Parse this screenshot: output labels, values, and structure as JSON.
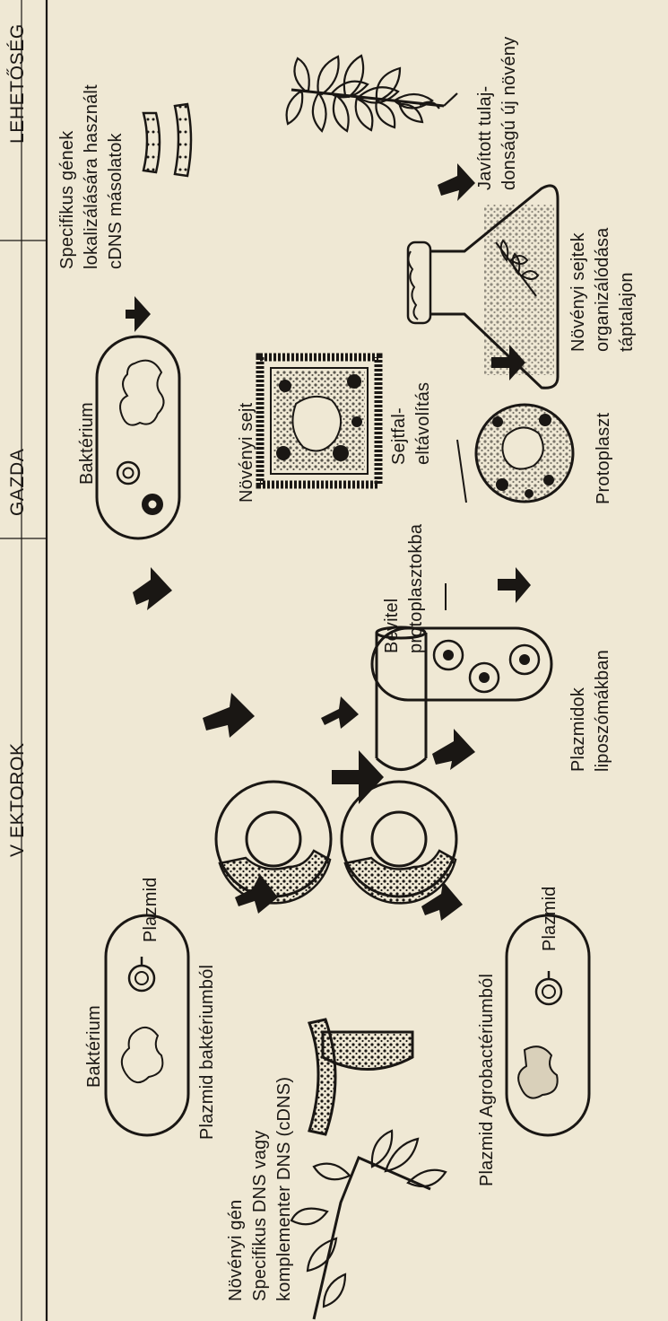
{
  "header": {
    "vektorok": "V EKTOROK",
    "gazda": "GAZDA",
    "lehetoseg": "LEHETŐSÉG"
  },
  "vectors": {
    "bacterium_label": "Baktérium",
    "plazmid_top_label": "Plazmid",
    "plazmid_from_bacteria": "Plazmid baktériumból",
    "plant_gene": "Növényi gén",
    "specific_dna": "Specifikus DNS vagy",
    "complementary_dna": "komplementer DNS (cDNS)",
    "plazmid_bottom_label": "Plazmid",
    "plazmid_from_agro": "Plazmid Agrobactériumból"
  },
  "host": {
    "bacterium_label": "Baktérium",
    "plant_cell_label": "Növényi sejt",
    "cell_wall_1": "Sejtfal-",
    "cell_wall_2": "eltávolítás",
    "intro_1": "Bevitel",
    "intro_2": "protoplasztokba",
    "protoplast_label": "Protoplaszt",
    "plasmids_1": "Plazmidok",
    "plasmids_2": "liposzómákban"
  },
  "possibility": {
    "specific_1": "Specifikus gének",
    "specific_2": "lokalizálására használt",
    "specific_3": "cDNS másolatok",
    "plant_cells_1": "Növényi sejtek",
    "plant_cells_2": "organizálódása",
    "plant_cells_3": "táptalajon",
    "improved_1": "Javított tulaj-",
    "improved_2": "donságú új növény"
  }
}
